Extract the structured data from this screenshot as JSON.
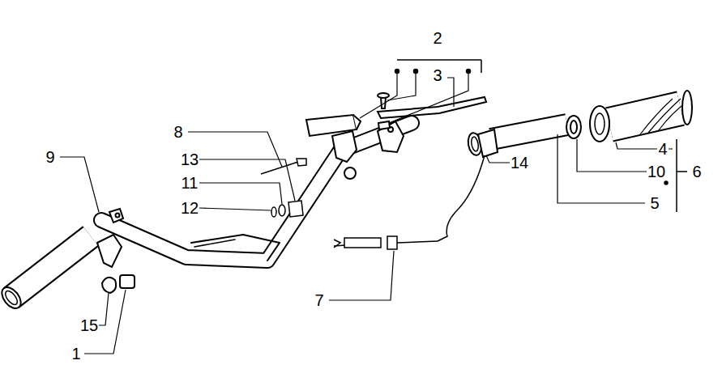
{
  "diagram": {
    "labels": [
      "2",
      "3",
      "8",
      "9",
      "13",
      "4",
      "14",
      "10",
      "6",
      "11",
      "12",
      "5",
      "7",
      "15",
      "1"
    ]
  }
}
